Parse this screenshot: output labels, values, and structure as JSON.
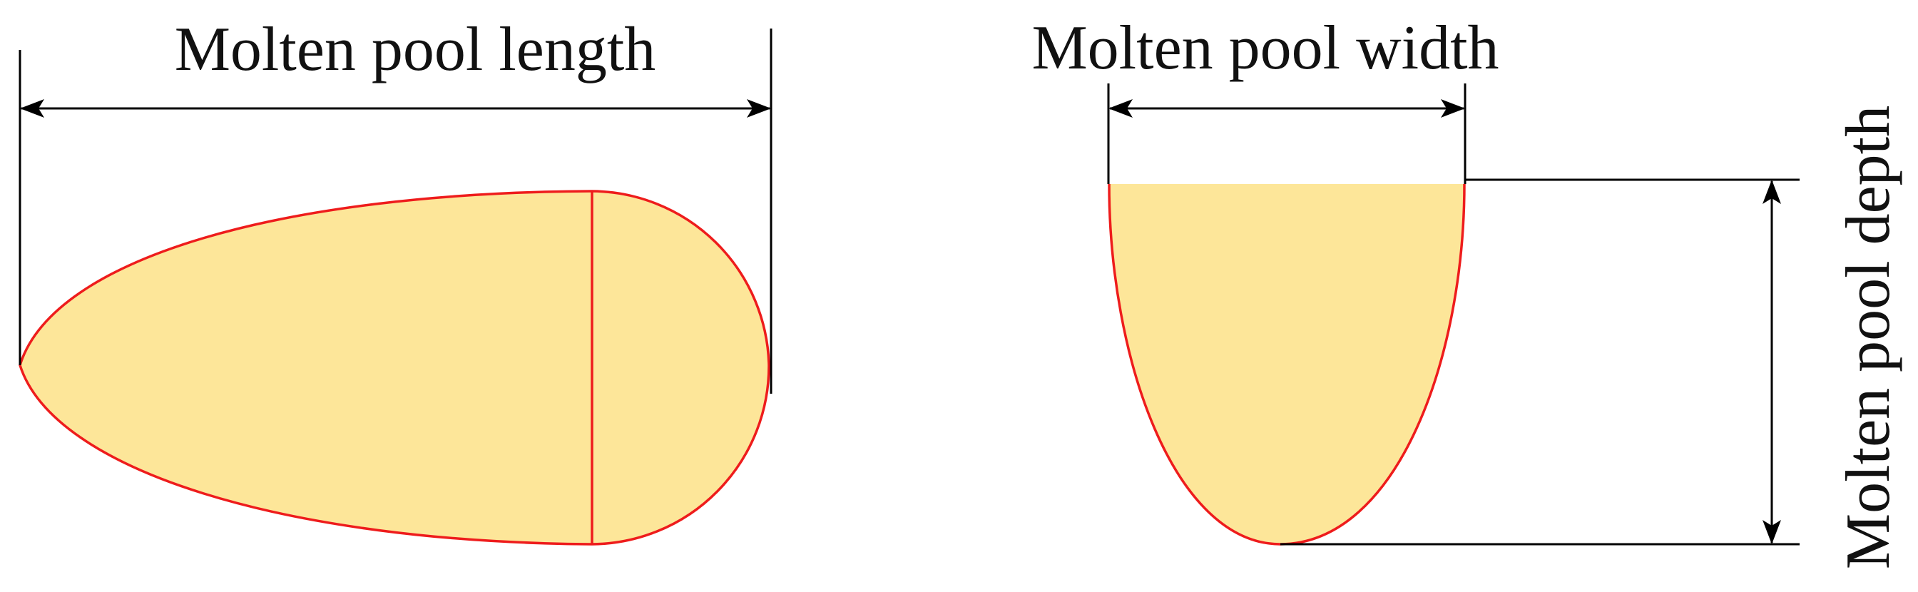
{
  "labels": {
    "length": "Molten pool length",
    "width": "Molten pool width",
    "depth": "Molten pool depth"
  },
  "colors": {
    "pool_fill": "#fde699",
    "pool_outline": "#ee1c1c",
    "dimension_lines": "#000000",
    "text": "#111111",
    "background": "#ffffff"
  }
}
